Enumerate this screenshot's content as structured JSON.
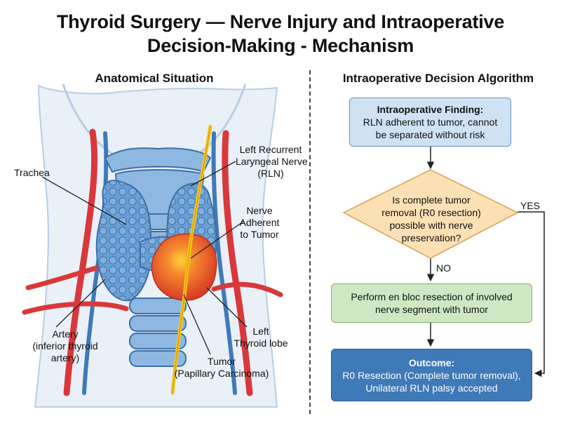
{
  "title": {
    "line1": "Thyroid Surgery — Nerve Injury and Intraoperative",
    "line2": "Decision-Making - Mechanism"
  },
  "anatomy": {
    "heading": "Anatomical Situation",
    "labels": {
      "trachea": "Trachea",
      "rln": [
        "Left Recurrent",
        "Laryngeal Nerve",
        "(RLN)"
      ],
      "adherent": [
        "Nerve",
        "Adherent",
        "to Tumor"
      ],
      "artery": [
        "Artery",
        "(inferior thyroid",
        "artery)"
      ],
      "lobe": [
        "Left",
        "Thyroid lobe"
      ],
      "tumor": [
        "Tumor",
        "(Papillary Carcinoma)"
      ]
    },
    "colors": {
      "thyroid": "#6a9fd4",
      "artery": "#d9383a",
      "nerve": "#f5c518",
      "tumor": "#e04e2b",
      "neck": "#e9f0f8"
    }
  },
  "algorithm": {
    "heading": "Intraoperative Decision Algorithm",
    "finding": {
      "title": "Intraoperative Finding:",
      "line1": "RLN adherent to tumor, cannot",
      "line2": "be separated without risk"
    },
    "decision": {
      "line1": "Is complete tumor",
      "line2": "removal (R0 resection)",
      "line3": "possible with nerve",
      "line4": "preservation?"
    },
    "yes_label": "YES",
    "no_label": "NO",
    "action": {
      "line1": "Perform en bloc resection of involved",
      "line2": "nerve segment with tumor"
    },
    "outcome": {
      "title": "Outcome:",
      "line1": "R0 Resection (Complete tumor removal),",
      "line2": "Unilateral RLN palsy accepted"
    },
    "colors": {
      "finding": "#cfe2f3",
      "decision": "#fbe0b5",
      "action": "#cfe8c3",
      "outcome": "#3f7ab8"
    }
  }
}
